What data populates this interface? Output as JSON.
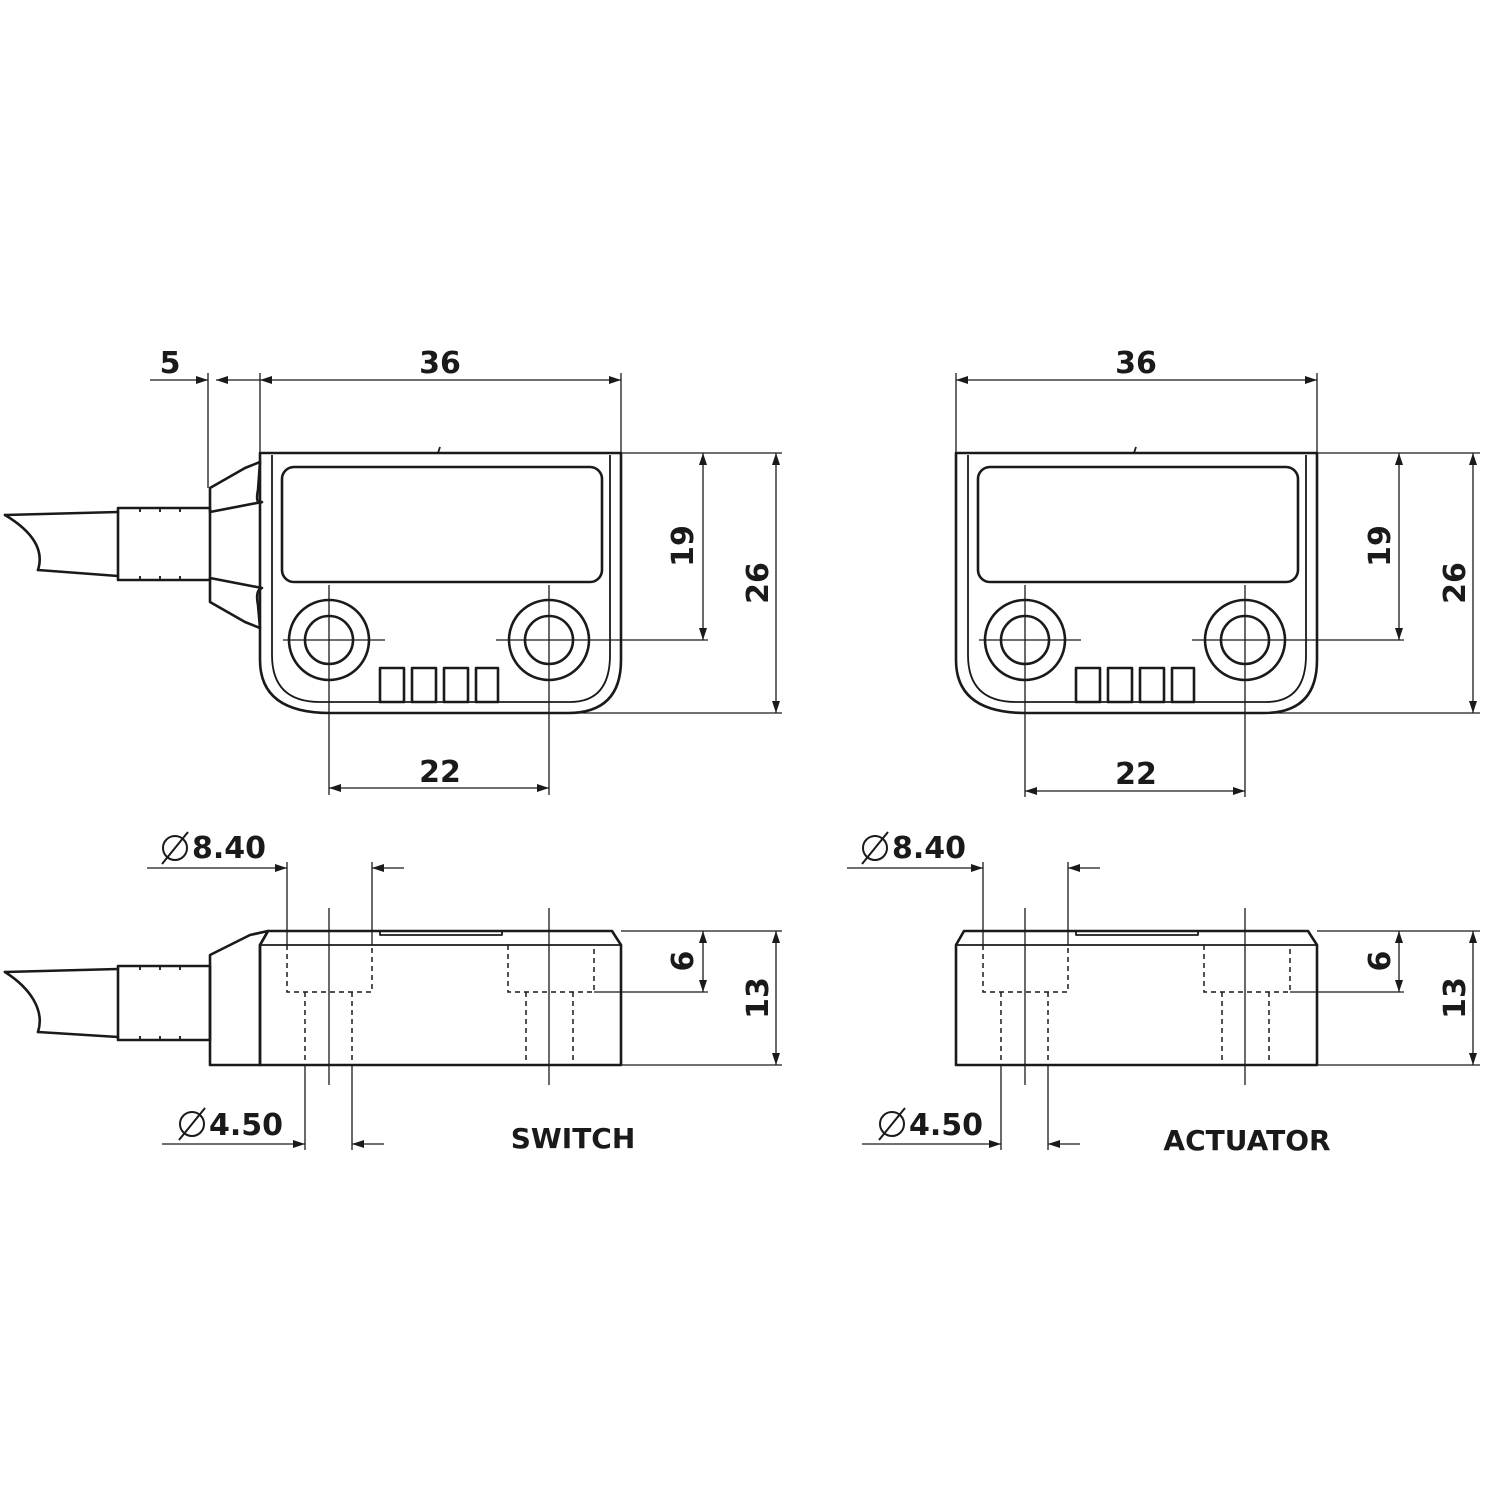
{
  "switch": {
    "label": "SWITCH",
    "dims": {
      "cable_offset": "5",
      "width": "36",
      "inner_height": "19",
      "height": "26",
      "hole_spacing": "22",
      "counterbore_dia": "8.40",
      "side_height_small": "6",
      "side_height": "13",
      "hole_dia": "4.50"
    }
  },
  "actuator": {
    "label": "ACTUATOR",
    "dims": {
      "width": "36",
      "inner_height": "19",
      "height": "26",
      "hole_spacing": "22",
      "counterbore_dia": "8.40",
      "side_height_small": "6",
      "side_height": "13",
      "hole_dia": "4.50"
    }
  }
}
